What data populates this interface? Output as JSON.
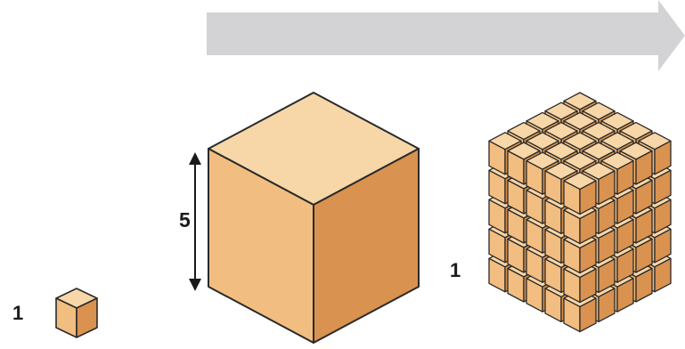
{
  "labels": {
    "small_cube_edge": "1",
    "large_cube_edge": "5",
    "unit_cube_edge": "1"
  },
  "grid": {
    "n": 5
  },
  "colors": {
    "top": "#f7d7a8",
    "left": "#f2bd80",
    "right": "#d9924f",
    "edge": "#2a2a2a",
    "arrow": "#d3d3d5",
    "text": "#1a1a1a"
  },
  "icons": {
    "arrow": "progress-arrow-icon",
    "dimension": "double-headed-arrow-icon"
  }
}
